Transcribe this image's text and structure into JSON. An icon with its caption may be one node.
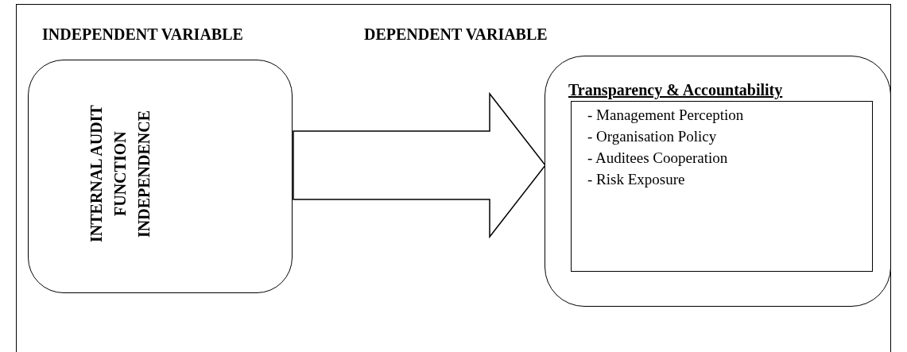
{
  "diagram": {
    "nodes": [
      {
        "text": [
          "INDEPENDENT VARIABLE",
          "INTERNAL AUDIT FUNCTION INDEPENDENCE"
        ]
      },
      {
        "text": [
          "DEPENDENT VARIABLE"
        ]
      },
      {
        "text": [
          "Transparency & Accountability",
          "- Management Perception",
          "- Organisation Policy",
          "- Auditees Cooperation",
          "- Risk Exposure"
        ],
        "in": 1
      }
    ],
    "edges": [
      {
        "from": 0,
        "to": 1,
        "arrow": "to",
        "style": "thick"
      }
    ]
  }
}
